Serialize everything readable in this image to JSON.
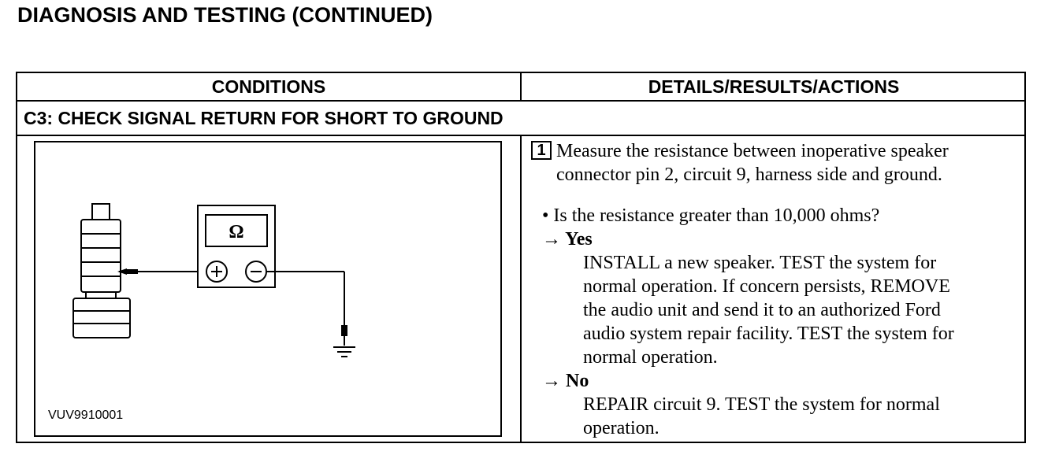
{
  "page_title": "DIAGNOSIS AND TESTING (CONTINUED)",
  "table": {
    "headers": {
      "conditions": "CONDITIONS",
      "details": "DETAILS/RESULTS/ACTIONS"
    },
    "step_title": "C3: CHECK SIGNAL RETURN FOR SHORT TO GROUND"
  },
  "figure": {
    "code": "VUV9910001",
    "meter_symbol": "Ω",
    "icons": [
      "speaker-connector-icon",
      "ohmmeter-icon",
      "plus-terminal-icon",
      "minus-terminal-icon",
      "ground-symbol-icon"
    ]
  },
  "details": {
    "step_number": "1",
    "step_lines": [
      "Measure the resistance between inoperative speaker",
      "connector pin 2, circuit 9, harness side and ground."
    ],
    "question": "• Is the resistance greater than 10,000 ohms?",
    "yes": {
      "label": "→ Yes",
      "lines": [
        "INSTALL a new speaker. TEST the system for",
        "normal operation. If concern persists, REMOVE",
        "the audio unit and send it to an authorized Ford",
        "audio system repair facility. TEST the system for",
        "normal operation."
      ]
    },
    "no": {
      "label": "→ No",
      "lines": [
        "REPAIR circuit 9. TEST the system for normal",
        "operation."
      ]
    }
  }
}
